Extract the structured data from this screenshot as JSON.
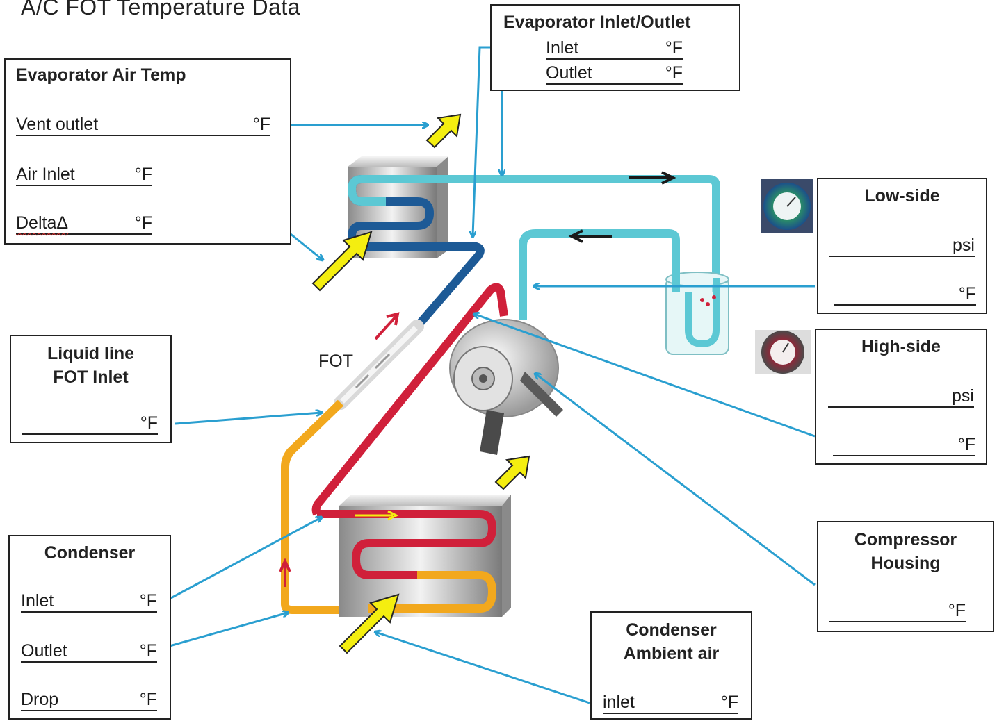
{
  "title": "A/C FOT Temperature Data",
  "evap_air": {
    "title": "Evaporator Air Temp",
    "vent_outlet": "Vent outlet",
    "air_inlet": "Air Inlet",
    "delta": "DeltaΔ",
    "unit": "°F"
  },
  "evap_io": {
    "title": "Evaporator Inlet/Outlet",
    "inlet": "Inlet",
    "outlet": "Outlet",
    "unit": "°F"
  },
  "low_side": {
    "title": "Low-side",
    "psi": "psi",
    "unit": "°F"
  },
  "high_side": {
    "title": "High-side",
    "psi": "psi",
    "unit": "°F"
  },
  "liquid_line": {
    "title_1": "Liquid line",
    "title_2": "FOT Inlet",
    "unit": "°F"
  },
  "fot_label": "FOT",
  "condenser": {
    "title": "Condenser",
    "inlet": "Inlet",
    "outlet": "Outlet",
    "drop": "Drop",
    "unit": "°F"
  },
  "compressor": {
    "title_1": "Compressor",
    "title_2": "Housing",
    "unit": "°F"
  },
  "cond_ambient": {
    "title_1": "Condenser",
    "title_2": "Ambient air",
    "inlet": "inlet",
    "unit": "°F"
  },
  "colors": {
    "leader": "#2a9fd0",
    "low_pressure_line": "#5cc8d4",
    "evap_liquid": "#1d5a96",
    "high_pressure_line": "#d0203a",
    "liquid_line": "#f2a81d",
    "airflow_arrow": "#f4ee10"
  }
}
